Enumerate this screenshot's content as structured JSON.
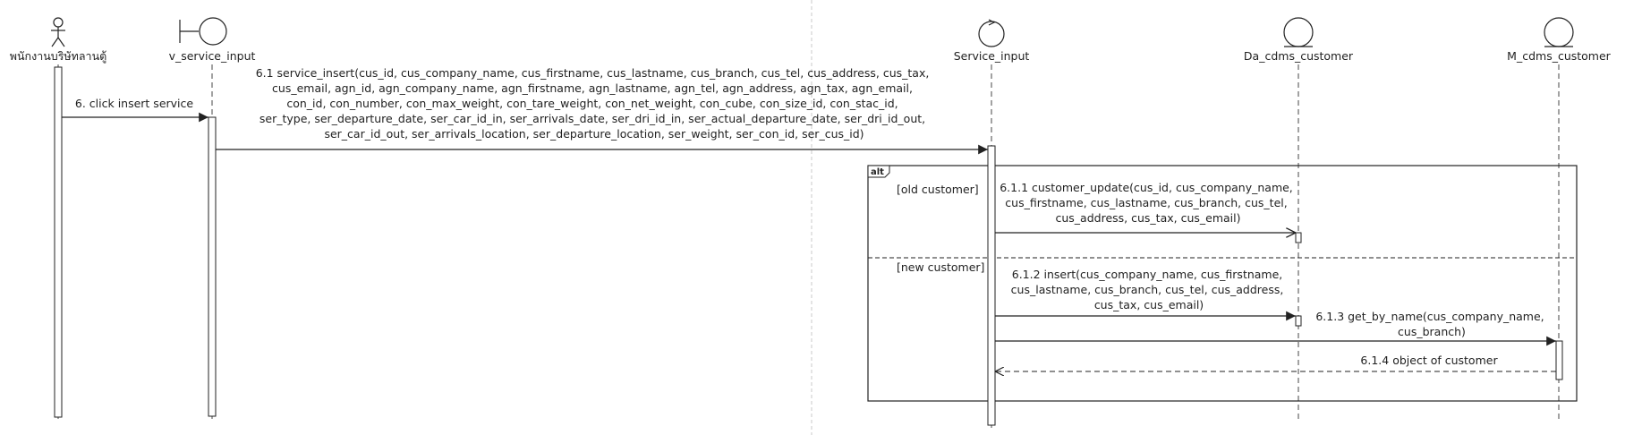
{
  "participants": {
    "employee": "พนักงานบริษัทลานตู้",
    "v_service_input": "v_service_input",
    "service_input": "Service_input",
    "da_cdms_customer": "Da_cdms_customer",
    "m_cdms_customer": "M_cdms_customer"
  },
  "messages": {
    "m6": "6. click insert service",
    "m6_1": [
      "6.1 service_insert(cus_id, cus_company_name,  cus_firstname, cus_lastname, cus_branch, cus_tel, cus_address, cus_tax,",
      "cus_email, agn_id, agn_company_name,  agn_firstname, agn_lastname, agn_tel, agn_address, agn_tax, agn_email,",
      "con_id, con_number, con_max_weight, con_tare_weight, con_net_weight, con_cube, con_size_id, con_stac_id,",
      "ser_type, ser_departure_date, ser_car_id_in, ser_arrivals_date, ser_dri_id_in, ser_actual_departure_date, ser_dri_id_out,",
      "ser_car_id_out, ser_arrivals_location, ser_departure_location, ser_weight, ser_con_id, ser_cus_id)"
    ],
    "m6_1_1": [
      "6.1.1 customer_update(cus_id, cus_company_name,",
      "cus_firstname, cus_lastname, cus_branch, cus_tel,",
      "cus_address, cus_tax, cus_email)"
    ],
    "m6_1_2": [
      "6.1.2 insert(cus_company_name,  cus_firstname,",
      "cus_lastname, cus_branch, cus_tel, cus_address,",
      "cus_tax, cus_email)"
    ],
    "m6_1_3": [
      "6.1.3 get_by_name(cus_company_name,",
      "cus_branch)"
    ],
    "m6_1_4": "6.1.4 object of customer"
  },
  "fragment": {
    "operator": "alt",
    "guard_1": "[old customer]",
    "guard_2": "[new customer]"
  }
}
